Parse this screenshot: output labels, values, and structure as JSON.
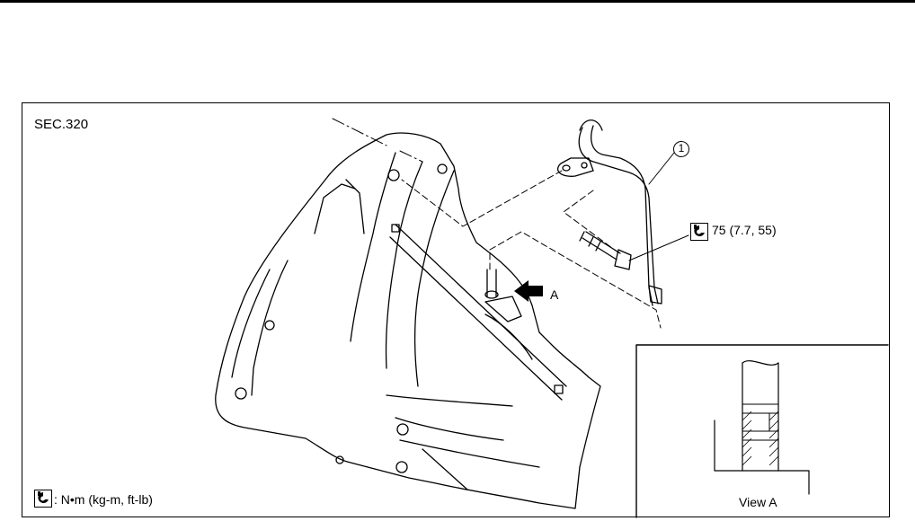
{
  "header": {
    "section_code": "SEC.320"
  },
  "callouts": {
    "part_number": "1",
    "torque_value": "75 (7.7, 55)",
    "arrow_label": "A",
    "view_label": "View A"
  },
  "legend": {
    "units": ": N•m (kg-m, ft-lb)"
  },
  "icons": {
    "torque": "torque-wrench-icon"
  },
  "colors": {
    "line": "#000000",
    "background": "#ffffff"
  }
}
